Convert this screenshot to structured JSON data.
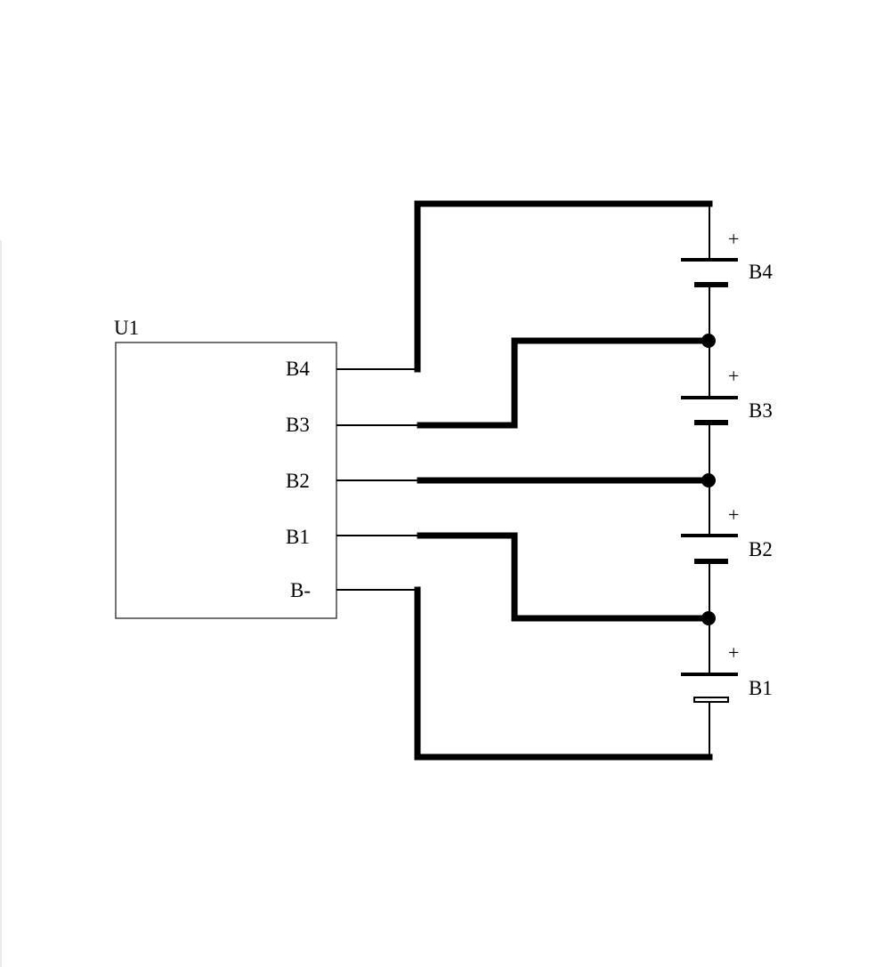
{
  "component": {
    "label": "U1",
    "pins": [
      {
        "id": "b4",
        "label": "B4"
      },
      {
        "id": "b3",
        "label": "B3"
      },
      {
        "id": "b2",
        "label": "B2"
      },
      {
        "id": "b1",
        "label": "B1"
      },
      {
        "id": "bminus",
        "label": "B-"
      }
    ]
  },
  "cells": [
    {
      "id": "b4",
      "label": "B4",
      "polarity": "+"
    },
    {
      "id": "b3",
      "label": "B3",
      "polarity": "+"
    },
    {
      "id": "b2",
      "label": "B2",
      "polarity": "+"
    },
    {
      "id": "b1",
      "label": "B1",
      "polarity": "+"
    }
  ]
}
